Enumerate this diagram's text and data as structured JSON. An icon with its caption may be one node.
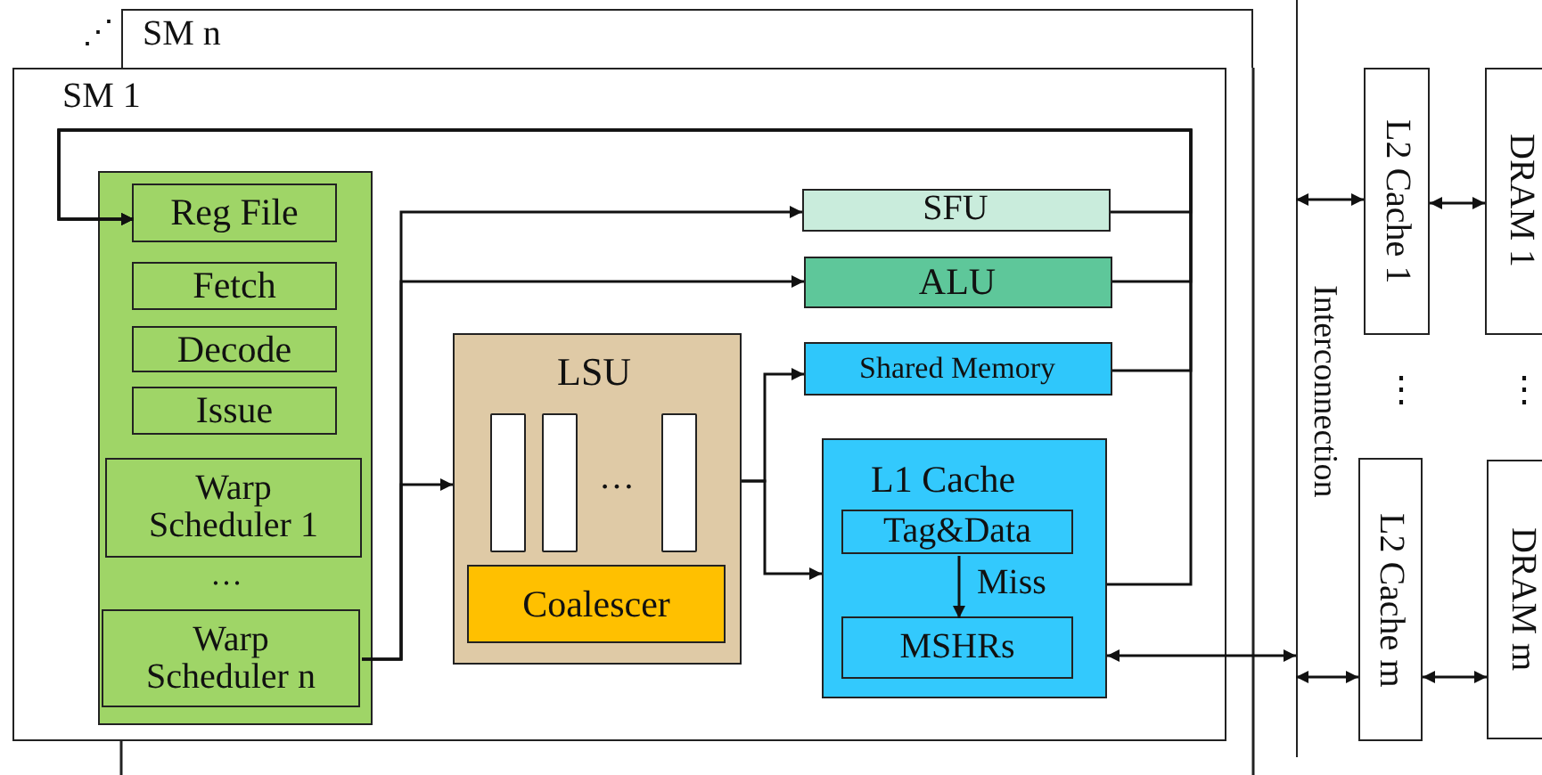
{
  "diagram": {
    "nodes": [
      {
        "text": [
          "SM n"
        ],
        "beside": [
          "⋰"
        ]
      },
      {
        "text": [
          "SM 1"
        ]
      },
      {
        "text": [],
        "shape": "box",
        "in": 1
      },
      {
        "text": [
          "Reg File"
        ],
        "in": 2
      },
      {
        "text": [
          "Fetch"
        ],
        "in": 2
      },
      {
        "text": [
          "Decode"
        ],
        "in": 2
      },
      {
        "text": [
          "Issue"
        ],
        "in": 2
      },
      {
        "text": [
          "Warp Scheduler 1"
        ],
        "in": 2
      },
      {
        "text": [
          "Warp Scheduler n"
        ],
        "in": 2
      },
      {
        "text": [
          "LSU"
        ],
        "in": 1
      },
      {
        "text": [],
        "shape": "bar",
        "in": 9
      },
      {
        "text": [],
        "shape": "bar",
        "in": 9
      },
      {
        "text": [],
        "shape": "bar",
        "in": 9
      },
      {
        "text": [
          "Coalescer"
        ],
        "in": 9
      },
      {
        "text": [
          "SFU"
        ],
        "in": 1
      },
      {
        "text": [
          "ALU"
        ],
        "in": 1
      },
      {
        "text": [
          "Shared Memory"
        ],
        "in": 1
      },
      {
        "text": [
          "L1 Cache"
        ],
        "in": 1
      },
      {
        "text": [
          "Tag&Data"
        ],
        "in": 17
      },
      {
        "text": [
          "MSHRs"
        ],
        "in": 17
      },
      {
        "text": [
          "Interconnection"
        ]
      },
      {
        "text": [
          "L2 Cache 1"
        ]
      },
      {
        "text": [
          "L2 Cache m"
        ]
      },
      {
        "text": [
          "DRAM 1"
        ]
      },
      {
        "text": [
          "DRAM m"
        ]
      }
    ],
    "edges": [
      {
        "from": 8,
        "to": 9,
        "arrow": "to"
      },
      {
        "from": 8,
        "to": 14,
        "arrow": "to"
      },
      {
        "from": 8,
        "to": 15,
        "arrow": "to"
      },
      {
        "from": 9,
        "to": 16,
        "arrow": "to"
      },
      {
        "from": 9,
        "to": 17,
        "arrow": "to"
      },
      {
        "from": 14,
        "to": 3,
        "arrow": "to"
      },
      {
        "from": 15,
        "to": 3,
        "arrow": "to"
      },
      {
        "from": 16,
        "to": 3,
        "arrow": "to"
      },
      {
        "from": 17,
        "to": 3,
        "arrow": "to"
      },
      {
        "from": 18,
        "to": 19,
        "arrow": "to",
        "label": "Miss"
      },
      {
        "from": 17,
        "to": 20,
        "arrow": "both"
      },
      {
        "from": 20,
        "to": 21,
        "arrow": "both"
      },
      {
        "from": 20,
        "to": 22,
        "arrow": "both"
      },
      {
        "from": 21,
        "to": 23,
        "arrow": "both"
      },
      {
        "from": 22,
        "to": 24,
        "arrow": "both"
      }
    ],
    "labels": [
      "…",
      "…",
      "⋮",
      "⋮"
    ]
  }
}
